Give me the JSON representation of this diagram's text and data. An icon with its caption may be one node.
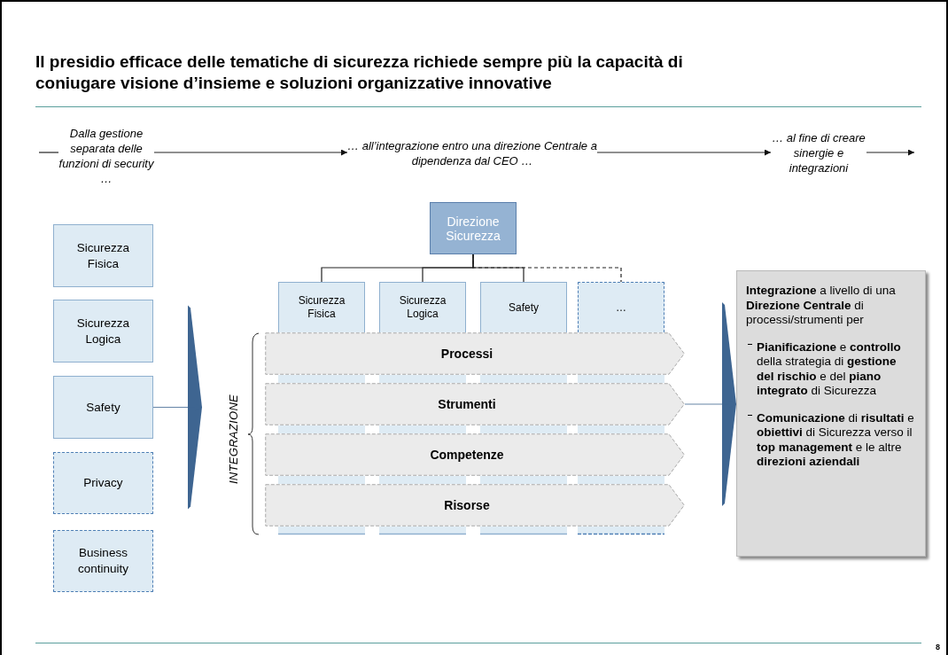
{
  "diagram": {
    "title": "Il presidio efficace delle tematiche di sicurezza richiede sempre più la capacità di coniugare visione d’insieme e soluzioni organizzative innovative",
    "nodes": [
      {
        "text": [
          "Dalla gestione separata delle funzioni di security …"
        ]
      },
      {
        "text": [
          "… all’integrazione entro una direzione Centrale a dipendenza dal CEO …"
        ]
      },
      {
        "text": [
          "… al fine di creare sinergie e integrazioni"
        ]
      },
      {
        "text": [
          "Sicurezza Fisica"
        ]
      },
      {
        "text": [
          "Sicurezza Logica"
        ]
      },
      {
        "text": [
          "Safety"
        ]
      },
      {
        "text": [
          "Privacy"
        ]
      },
      {
        "text": [
          "Business continuity"
        ]
      },
      {
        "text": [
          "Direzione Sicurezza"
        ]
      },
      {
        "text": [
          "Sicurezza Fisica"
        ]
      },
      {
        "text": [
          "Sicurezza Logica"
        ]
      },
      {
        "text": [
          "Safety"
        ]
      },
      {
        "text": [
          "…"
        ]
      },
      {
        "text": [
          "Processi"
        ]
      },
      {
        "text": [
          "Strumenti"
        ]
      },
      {
        "text": [
          "Competenze"
        ]
      },
      {
        "text": [
          "Risorse"
        ]
      },
      {
        "text": [
          "**Integrazione** a livello di una **Direzione Centrale** di processi/strumenti per",
          "**Pianificazione** e **controllo** della strategia di **gestione del rischio** e del **piano integrato** di Sicurezza",
          "**Comunicazione** di **risultati** e **obiettivi** di Sicurezza verso il **top management** e le altre **direzioni aziendali**"
        ]
      }
    ],
    "edges": [
      {
        "from": null,
        "to": 0,
        "arrow": "none"
      },
      {
        "from": 0,
        "to": 1,
        "arrow": "to"
      },
      {
        "from": 1,
        "to": 2,
        "arrow": "to"
      },
      {
        "from": 2,
        "to": null,
        "arrow": "to"
      },
      {
        "from": 5,
        "to": null,
        "arrow": "to",
        "color": "#3e6591"
      },
      {
        "from": 14,
        "to": 17,
        "arrow": "to",
        "color": "#3e6591"
      },
      {
        "from": 8,
        "to": 9,
        "arrow": "none"
      },
      {
        "from": 8,
        "to": 10,
        "arrow": "none"
      },
      {
        "from": 8,
        "to": 11,
        "arrow": "none"
      },
      {
        "from": 8,
        "to": 12,
        "arrow": "none",
        "style": "dashed"
      }
    ],
    "labels": [
      "INTEGRAZIONE",
      "8"
    ]
  }
}
